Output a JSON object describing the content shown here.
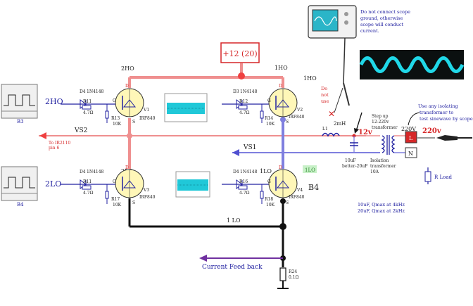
{
  "supply": {
    "label": "+12 (20)",
    "color": "#d62728"
  },
  "nodes": {
    "hi_left": "2HO",
    "hi_right": "1HO",
    "hi_right_probe": "1HO",
    "lo_left": "2LO",
    "lo_right": "1LO",
    "lo_left_side": "2LO",
    "vs1": "VS1",
    "vs2": "VS2",
    "lo_bottom": "1 LO",
    "b4": "B4",
    "lo_tag": "1LO"
  },
  "scopes": {
    "b3": "B3",
    "b4": "B4"
  },
  "ir_note": [
    "To IR2110",
    "pin 6"
  ],
  "mosfets": [
    {
      "id": "V1",
      "part": "IRF840"
    },
    {
      "id": "V2",
      "part": "IRF840"
    },
    {
      "id": "V3",
      "part": "IRF840"
    },
    {
      "id": "V4",
      "part": "IRF840"
    }
  ],
  "gate_parts": [
    {
      "diode": "D4",
      "diode_part": "1N4148",
      "r": "R11",
      "r_val": "4.7Ω",
      "pd": "R13",
      "pd_val": "10K"
    },
    {
      "diode": "D3",
      "diode_part": "1N4148",
      "r": "R12",
      "r_val": "4.7Ω",
      "pd": "R14",
      "pd_val": "10K"
    },
    {
      "diode": "D4",
      "diode_part": "1N4148",
      "r": "R11",
      "r_val": "4.7Ω",
      "pd": "R17",
      "pd_val": "10K"
    },
    {
      "diode": "D4",
      "diode_part": "1N4148",
      "r": "R16",
      "r_val": "4.7Ω",
      "pd": "R18",
      "pd_val": "10K"
    }
  ],
  "pin_labels": {
    "g": "G",
    "d": "D",
    "s": "S"
  },
  "scope_note": [
    "Do not connect scope",
    "ground, otherwise",
    "scope will conduct",
    "current."
  ],
  "do_not_use": [
    "Do",
    "not",
    "use"
  ],
  "inductor": {
    "name": "L1",
    "value": "2mH"
  },
  "output_voltage": "12v",
  "capacitor": [
    "10uF",
    "better-20uF"
  ],
  "isolation": [
    "Isolation",
    "transformer",
    "10A"
  ],
  "stepup": [
    "Step up",
    "12-220v",
    "transformer"
  ],
  "isolating_note": [
    "Use any isolating",
    "transformer to",
    "test sinewave by scope"
  ],
  "mains": {
    "v": "220V",
    "l": "L",
    "n": "N"
  },
  "out_220": "220v",
  "load": "R Load",
  "qmax": [
    "10uF, Qmax at 4kHz",
    "20uF, Qmax at 2kHz"
  ],
  "feedback": "Current Feed back",
  "shunt": {
    "name": "R24",
    "value": "0.1Ω"
  },
  "colors": {
    "red": "#ef8f8f",
    "blue": "#7f7fdf",
    "black": "#111111",
    "purple": "#7030a0"
  }
}
